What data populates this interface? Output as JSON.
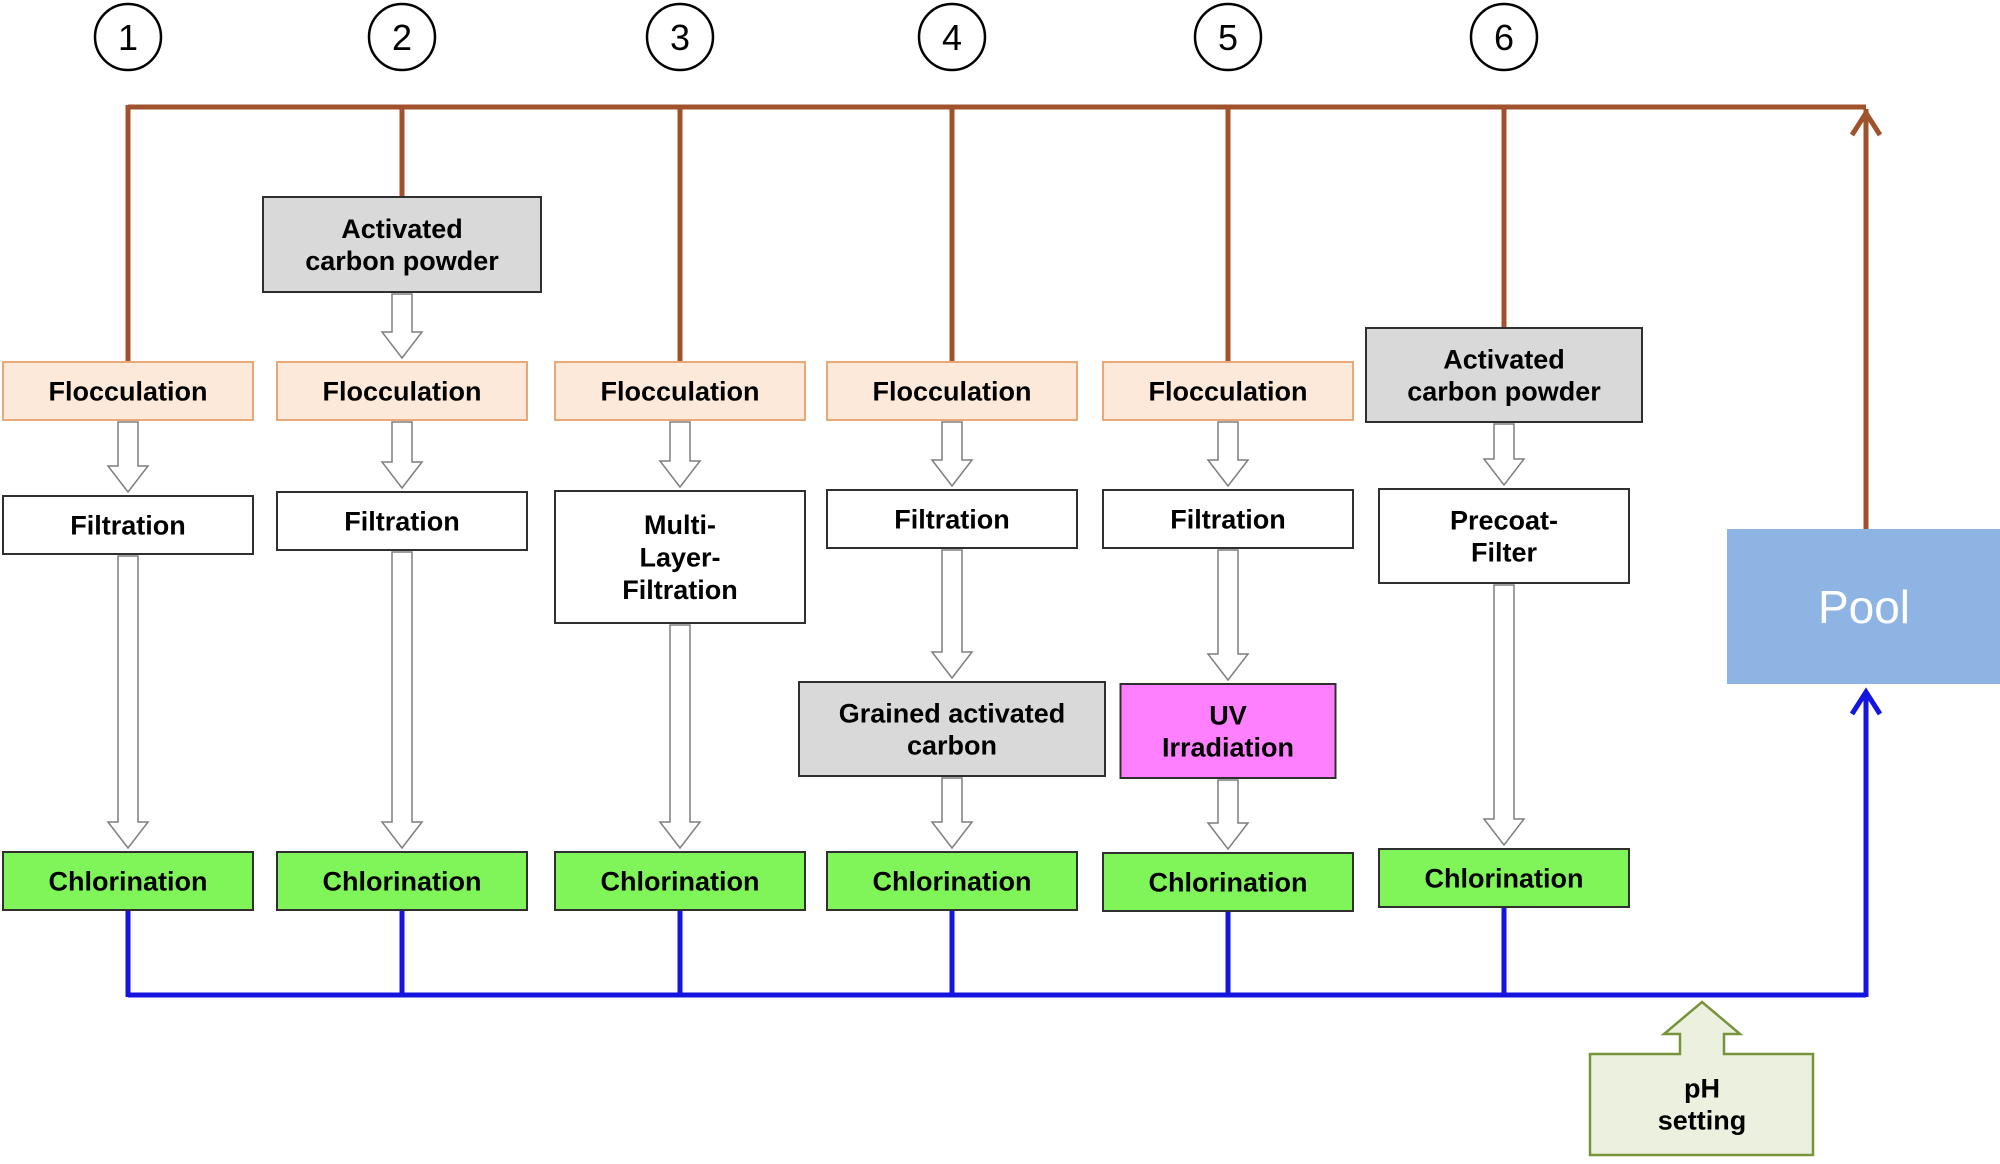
{
  "trains": [
    {
      "number": "1",
      "steps": [
        "Flocculation",
        "Filtration",
        "Chlorination"
      ]
    },
    {
      "number": "2",
      "steps": [
        "Activated carbon powder",
        "Flocculation",
        "Filtration",
        "Chlorination"
      ]
    },
    {
      "number": "3",
      "steps": [
        "Flocculation",
        "Multi-Layer-Filtration",
        "Chlorination"
      ]
    },
    {
      "number": "4",
      "steps": [
        "Flocculation",
        "Filtration",
        "Grained activated carbon",
        "Chlorination"
      ]
    },
    {
      "number": "5",
      "steps": [
        "Flocculation",
        "Filtration",
        "UV Irradiation",
        "Chlorination"
      ]
    },
    {
      "number": "6",
      "steps": [
        "Activated carbon powder",
        "Precoat-Filter",
        "Chlorination"
      ]
    }
  ],
  "pool_label": "Pool",
  "ph_label": "pH setting",
  "colors": {
    "raw_line": "#a0522d",
    "treated_line": "#1515e0",
    "flocculation": "#fde9d9",
    "filtration": "#ffffff",
    "carbon": "#d9d9d9",
    "uv": "#ff80ff",
    "chlorination": "#80f55a",
    "pool": "#8eb4e3",
    "pool_text": "#ffffff",
    "ph_fill": "#ebf1de",
    "ph_stroke": "#77933c"
  }
}
